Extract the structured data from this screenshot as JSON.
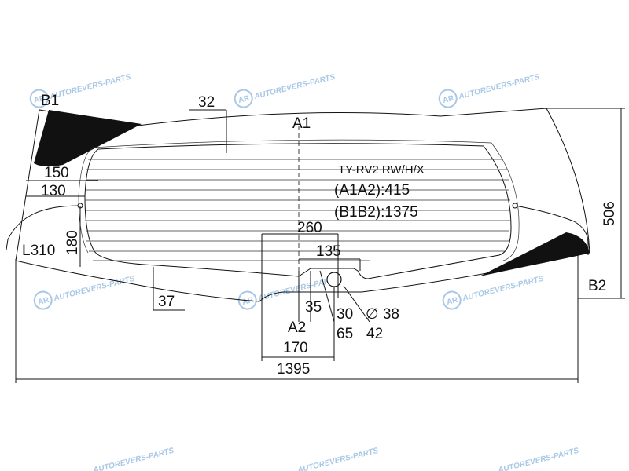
{
  "part_code": "TY-RV2 RW/H/X",
  "a1a2": "(A1A2):415",
  "b1b2": "(B1B2):1375",
  "watermark": "AUTOREVERS-PARTS",
  "watermark_logo": "AR",
  "labels": {
    "a1": "A1",
    "a2": "A2",
    "b1": "B1",
    "b2": "B2"
  },
  "dimensions": {
    "d32": "32",
    "d150": "150",
    "d130": "130",
    "d180": "180",
    "l310": "L310",
    "d37": "37",
    "d260": "260",
    "d135": "135",
    "d35": "35",
    "d30": "30",
    "d38": "∅ 38",
    "d65": "65",
    "d42": "42",
    "d170": "170",
    "d1395": "1395",
    "d506": "506"
  },
  "colors": {
    "line": "#111111",
    "blackout": "#111111",
    "watermark": "#a9c8e6"
  }
}
